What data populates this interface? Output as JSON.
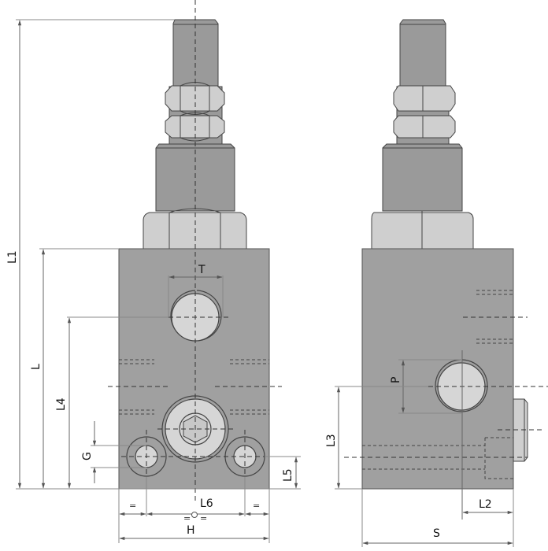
{
  "drawing": {
    "type": "technical-drawing",
    "subject": "hydraulic valve block with adjusting screw",
    "views": [
      {
        "name": "front-view",
        "dimension_labels": [
          "L1",
          "L",
          "L4",
          "G",
          "T",
          "L5",
          "L6",
          "H"
        ],
        "symmetry_marks": [
          "=",
          "=",
          "=",
          "="
        ]
      },
      {
        "name": "side-view",
        "dimension_labels": [
          "P",
          "L3",
          "L2",
          "S"
        ]
      }
    ],
    "colors": {
      "body": "#a0a0a0",
      "nut": "#cfcfcf",
      "port": "#d6d6d6",
      "outline": "#444444",
      "dimension_line": "#666666",
      "background": "#ffffff"
    }
  },
  "labels": {
    "L1": "L1",
    "L": "L",
    "L4": "L4",
    "G": "G",
    "T": "T",
    "L5": "L5",
    "L6": "L6",
    "H": "H",
    "P": "P",
    "L3": "L3",
    "L2": "L2",
    "S": "S",
    "eq": "="
  }
}
